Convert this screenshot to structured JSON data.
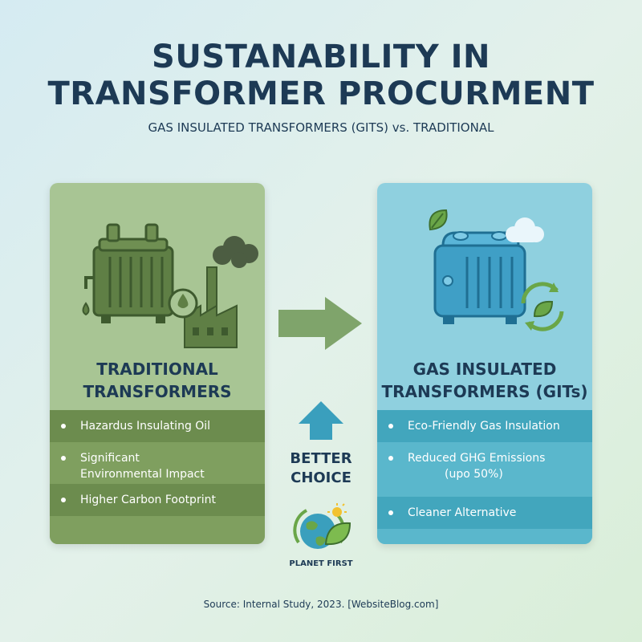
{
  "title_line1": "SUSTANABILITY IN",
  "title_line2": "TRANSFORMER PROCURMENT",
  "subtitle": "GAS INSULATED TRANSFORMERS (GITS) vs. TRADITIONAL",
  "left_panel": {
    "heading_line1": "TRADITIONAL",
    "heading_line2": "TRANSFORMERS",
    "bullets": [
      "Hazardus Insulating Oil",
      "Significant",
      "Environmental Impact",
      "Higher Carbon Footprint"
    ]
  },
  "right_panel": {
    "heading_line1": "GAS INSULATED",
    "heading_line2": "TRANSFORMERS (GITs)",
    "bullets": [
      "Eco-Friendly Gas Insulation",
      "Reduced GHG Emissions",
      "(upo 50%)",
      "Cleaner Alternative"
    ]
  },
  "center": {
    "better_line1": "BETTER",
    "better_line2": "CHOICE",
    "planet": "PLANET FIRST"
  },
  "source": "Source: Internal Study, 2023. [WebsiteBlog.com]",
  "colors": {
    "title": "#1d3a55",
    "left_panel": "#a8c594",
    "left_panel_dark": "#7f9f5f",
    "right_panel": "#8fd0df",
    "right_panel_dark": "#5ab7cc",
    "arrow_green": "#7fa46b",
    "arrow_blue": "#3a9fbd"
  },
  "icons": [
    "oil-transformer-icon",
    "factory-smoke-icon",
    "oil-drop-icon",
    "gas-transformer-icon",
    "leaf-icon",
    "cloud-icon",
    "recycle-leaf-icon",
    "arrow-right-icon",
    "arrow-up-icon",
    "globe-leaf-icon",
    "sun-icon"
  ]
}
